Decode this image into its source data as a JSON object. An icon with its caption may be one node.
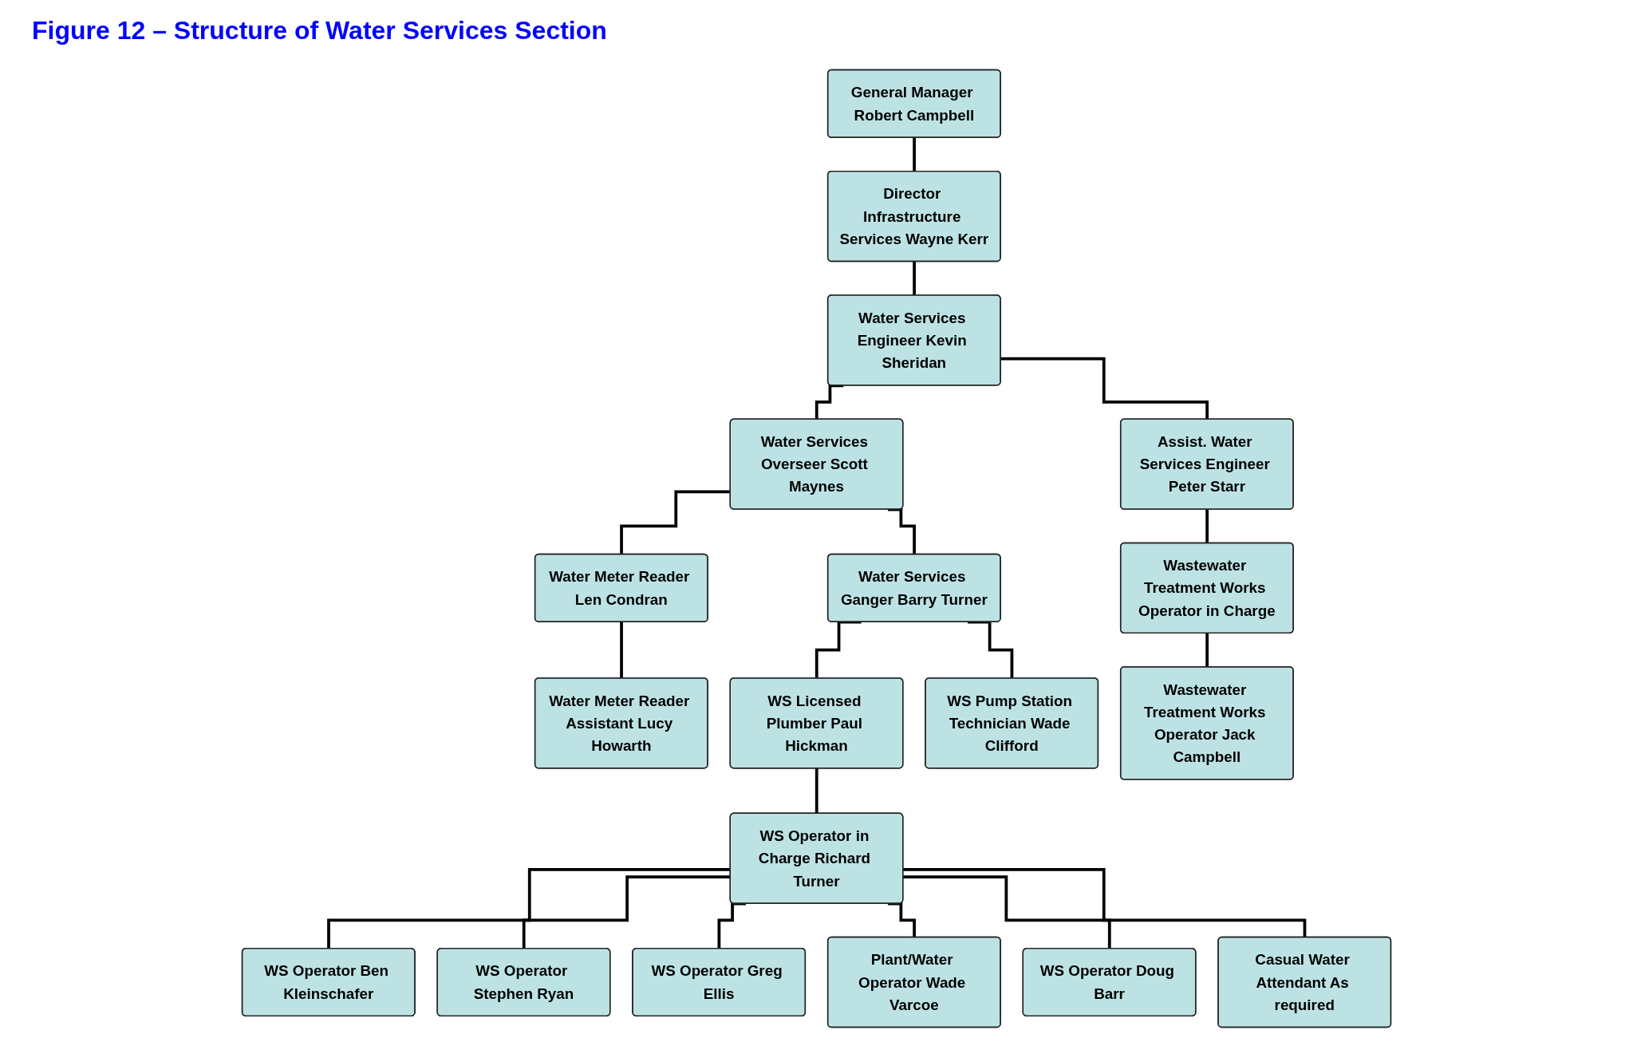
{
  "diagram": {
    "title": "Figure 12 – Structure of Water Services Section",
    "nodes": [
      {
        "text": [
          "General Manager Robert Campbell"
        ]
      },
      {
        "text": [
          "Director Infrastructure Services Wayne Kerr"
        ]
      },
      {
        "text": [
          "Water Services Engineer Kevin Sheridan"
        ]
      },
      {
        "text": [
          "Water Services Overseer Scott Maynes"
        ]
      },
      {
        "text": [
          "Assist. Water Services Engineer Peter Starr"
        ]
      },
      {
        "text": [
          "Water Meter Reader Len Condran"
        ]
      },
      {
        "text": [
          "Water Services Ganger Barry Turner"
        ]
      },
      {
        "text": [
          "WS Pump Station Technician Wade Clifford"
        ]
      },
      {
        "text": [
          "Wastewater Treatment Works Operator in Charge"
        ]
      },
      {
        "text": [
          "Water Meter Reader Assistant Lucy Howarth"
        ]
      },
      {
        "text": [
          "WS Licensed Plumber Paul Hickman"
        ]
      },
      {
        "text": [
          "Wastewater Treatment Works Operator Jack Campbell"
        ]
      },
      {
        "text": [
          "WS Operator in Charge Richard Turner"
        ]
      },
      {
        "text": [
          "WS Operator Ben Kleinschafer"
        ]
      },
      {
        "text": [
          "WS Operator Stephen Ryan"
        ]
      },
      {
        "text": [
          "WS Operator Greg Ellis"
        ]
      },
      {
        "text": [
          "Plant/Water Operator Wade Varcoe"
        ]
      },
      {
        "text": [
          "WS Operator Doug Barr"
        ]
      },
      {
        "text": [
          "Casual Water Attendant As required"
        ]
      }
    ],
    "edges": [
      {
        "from": 0,
        "to": 1,
        "arrow": "none"
      },
      {
        "from": 1,
        "to": 2,
        "arrow": "none"
      },
      {
        "from": 2,
        "to": 3,
        "arrow": "none"
      },
      {
        "from": 2,
        "to": 4,
        "arrow": "none"
      },
      {
        "from": 3,
        "to": 5,
        "arrow": "none"
      },
      {
        "from": 3,
        "to": 6,
        "arrow": "none"
      },
      {
        "from": 5,
        "to": 9,
        "arrow": "none"
      },
      {
        "from": 6,
        "to": 10,
        "arrow": "none"
      },
      {
        "from": 6,
        "to": 7,
        "arrow": "none"
      },
      {
        "from": 4,
        "to": 8,
        "arrow": "none"
      },
      {
        "from": 8,
        "to": 11,
        "arrow": "none"
      },
      {
        "from": 10,
        "to": 12,
        "arrow": "none"
      },
      {
        "from": 12,
        "to": 13,
        "arrow": "none"
      },
      {
        "from": 12,
        "to": 14,
        "arrow": "none"
      },
      {
        "from": 12,
        "to": 15,
        "arrow": "none"
      },
      {
        "from": 12,
        "to": 16,
        "arrow": "none"
      },
      {
        "from": 12,
        "to": 17,
        "arrow": "none"
      },
      {
        "from": 12,
        "to": 18,
        "arrow": "none"
      }
    ]
  }
}
